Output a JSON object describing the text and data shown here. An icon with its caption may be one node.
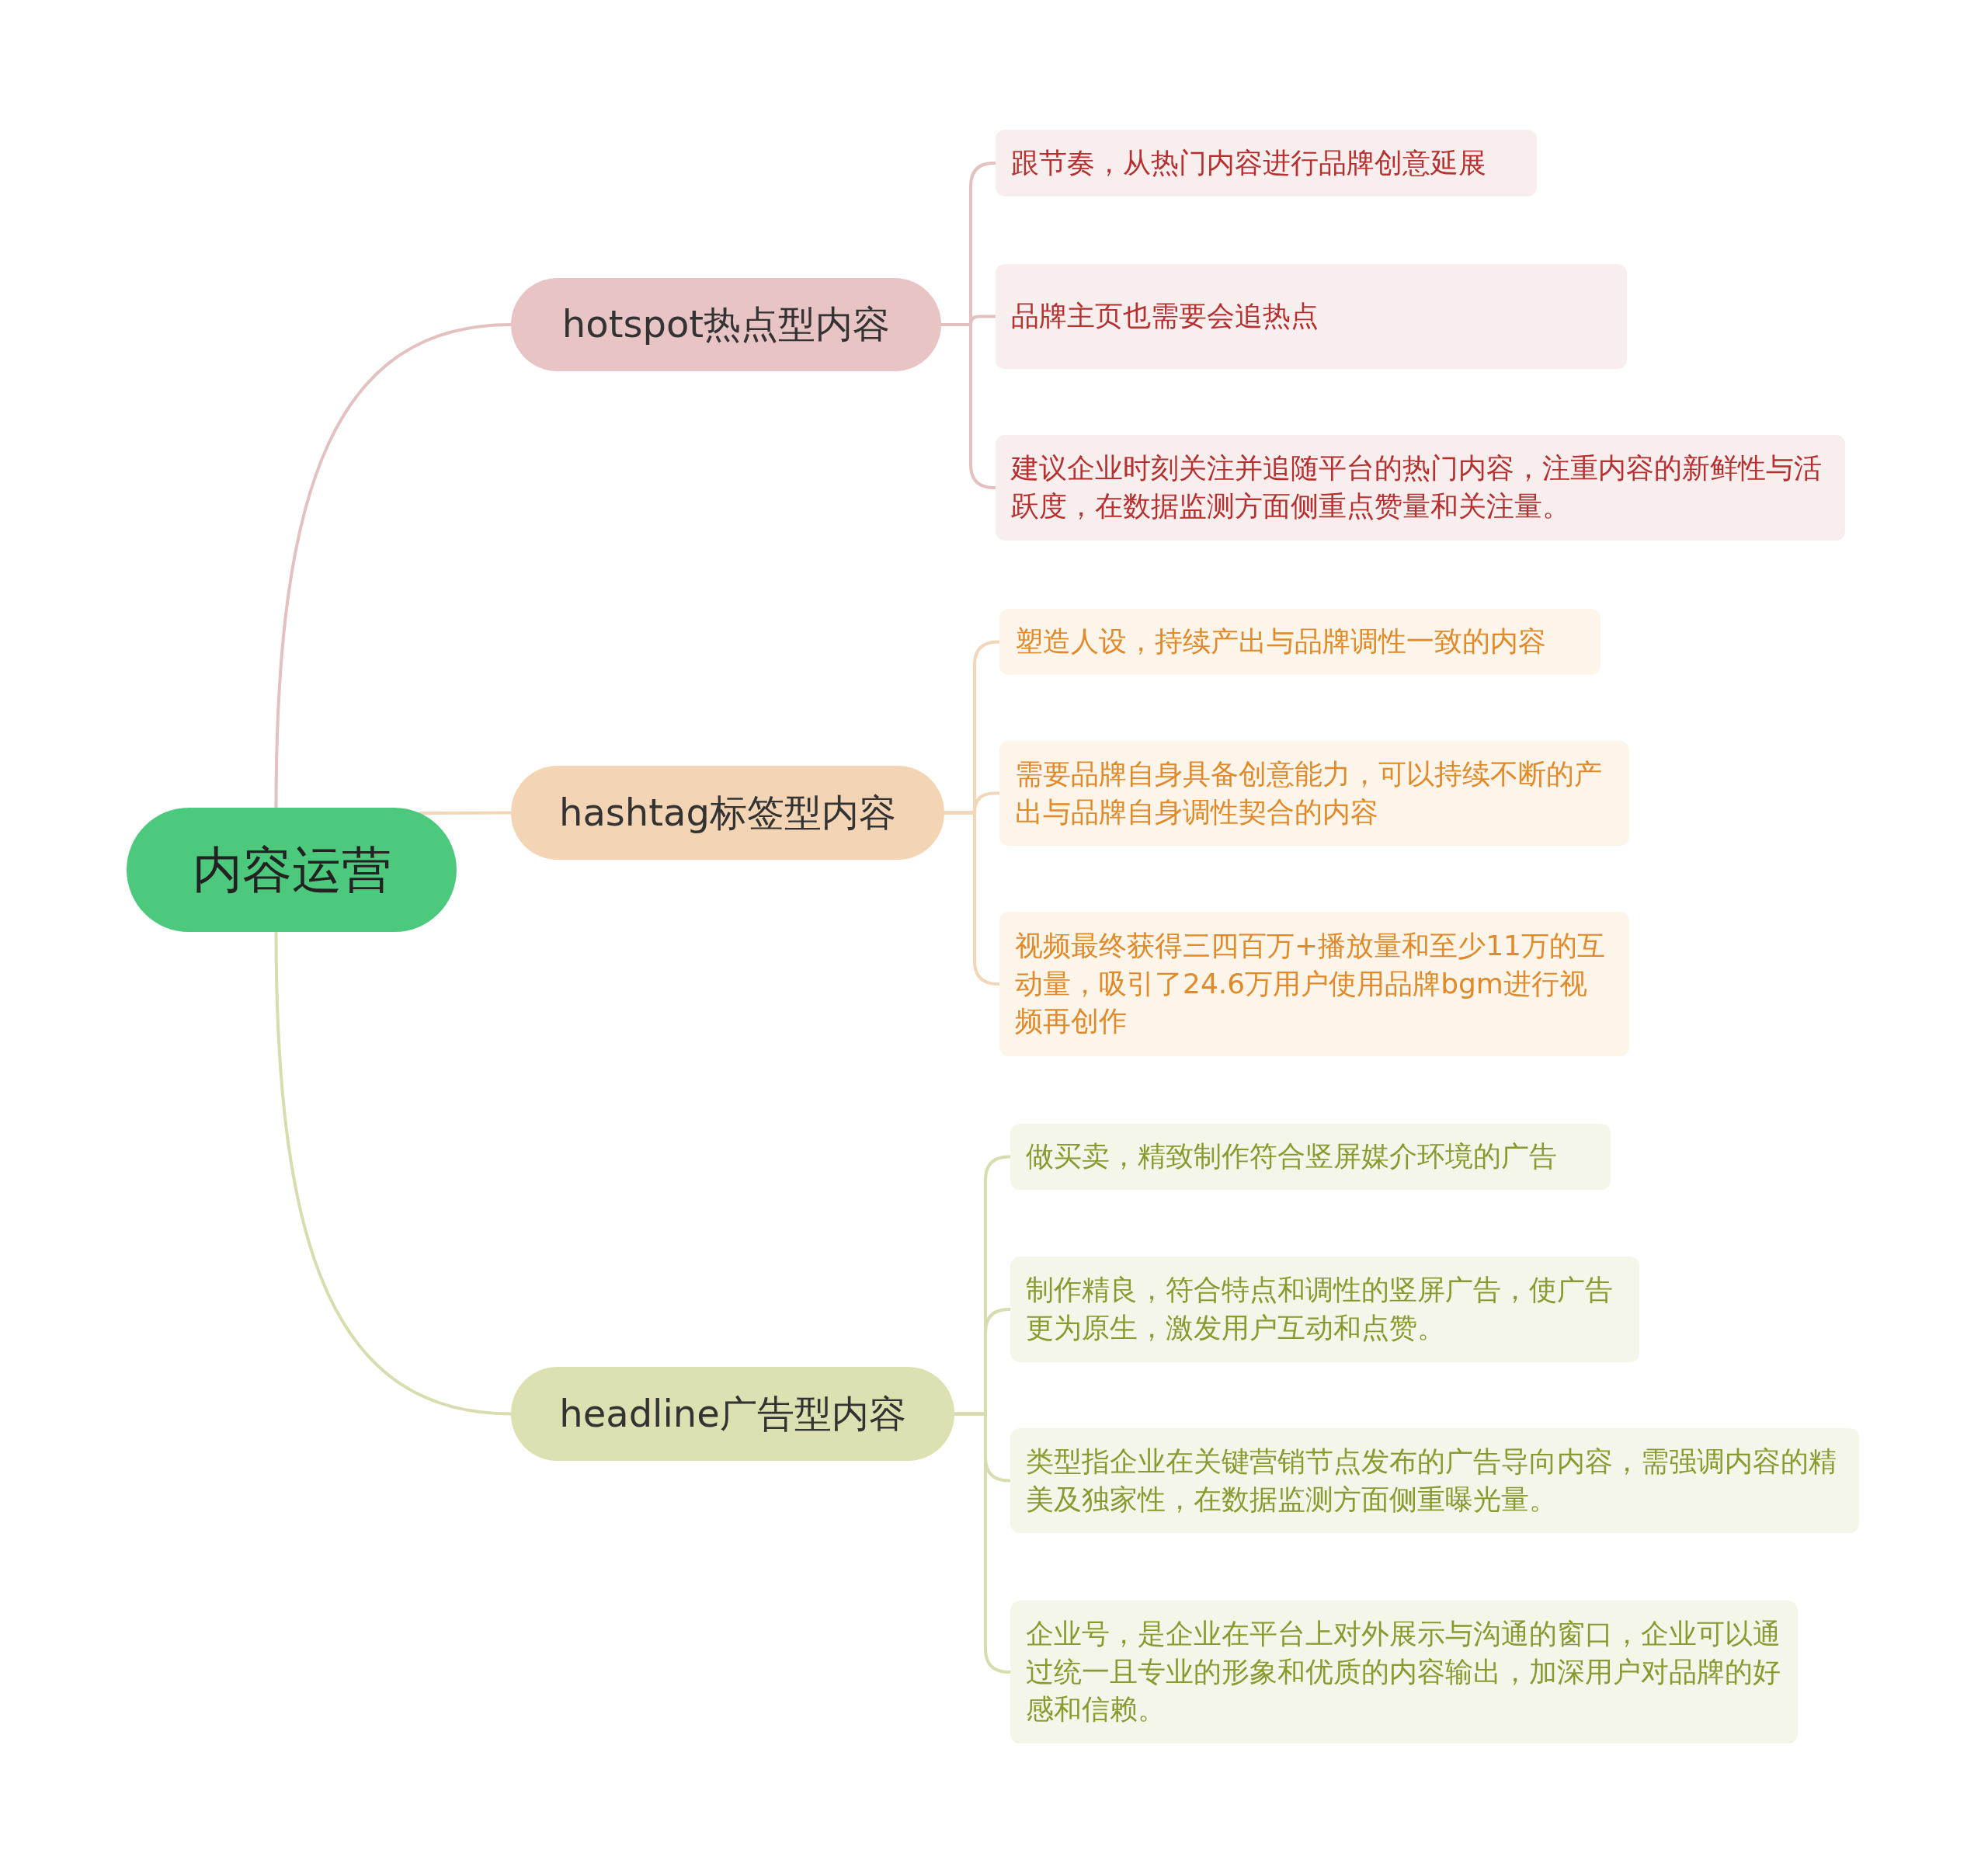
{
  "diagram": {
    "nodes": [
      {
        "text": [
          "内容运营"
        ]
      },
      {
        "text": [
          "hotspot热点型内容"
        ]
      },
      {
        "text": [
          "跟节奏，从热门内容进行品牌创意延展"
        ]
      },
      {
        "text": [
          "品牌主页也需要会追热点"
        ]
      },
      {
        "text": [
          "建议企业时刻关注并追随平台的热门内容，注重内容的新鲜性与活跃度，在数据监测方面侧重点赞量和关注量。"
        ]
      },
      {
        "text": [
          "hashtag标签型内容"
        ]
      },
      {
        "text": [
          "塑造人设，持续产出与品牌调性一致的内容"
        ]
      },
      {
        "text": [
          "需要品牌自身具备创意能力，可以持续不断的产出与品牌自身调性契合的内容"
        ]
      },
      {
        "text": [
          "视频最终获得三四百万+播放量和至少11万的互动量，吸引了24.6万用户使用品牌bgm进行视频再创作"
        ]
      },
      {
        "text": [
          "headline广告型内容"
        ]
      },
      {
        "text": [
          "做买卖，精致制作符合竖屏媒介环境的广告"
        ]
      },
      {
        "text": [
          "制作精良，符合特点和调性的竖屏广告，使广告更为原生，激发用户互动和点赞。"
        ]
      },
      {
        "text": [
          "类型指企业在关键营销节点发布的广告导向内容，需强调内容的精美及独家性，在数据监测方面侧重曝光量。"
        ]
      },
      {
        "text": [
          "企业号，是企业在平台上对外展示与沟通的窗口，企业可以通过统一且专业的形象和优质的内容输出，加深用户对品牌的好感和信赖。"
        ]
      }
    ],
    "edges": [
      {
        "from": 0,
        "to": 1,
        "arrow": "none",
        "color": "#e3c1c1"
      },
      {
        "from": 1,
        "to": 2,
        "arrow": "none",
        "color": "#e3c1c1"
      },
      {
        "from": 1,
        "to": 3,
        "arrow": "none",
        "color": "#e3c1c1"
      },
      {
        "from": 1,
        "to": 4,
        "arrow": "none",
        "color": "#e3c1c1"
      },
      {
        "from": 0,
        "to": 5,
        "arrow": "none",
        "color": "#f1d6b8"
      },
      {
        "from": 5,
        "to": 6,
        "arrow": "none",
        "color": "#f1d6b8"
      },
      {
        "from": 5,
        "to": 7,
        "arrow": "none",
        "color": "#f1d6b8"
      },
      {
        "from": 5,
        "to": 8,
        "arrow": "none",
        "color": "#f1d6b8"
      },
      {
        "from": 0,
        "to": 9,
        "arrow": "none",
        "color": "#d9dcaf"
      },
      {
        "from": 9,
        "to": 10,
        "arrow": "none",
        "color": "#d9dcaf"
      },
      {
        "from": 9,
        "to": 11,
        "arrow": "none",
        "color": "#d9dcaf"
      },
      {
        "from": 9,
        "to": 12,
        "arrow": "none",
        "color": "#d9dcaf"
      },
      {
        "from": 9,
        "to": 13,
        "arrow": "none",
        "color": "#d9dcaf"
      }
    ]
  }
}
